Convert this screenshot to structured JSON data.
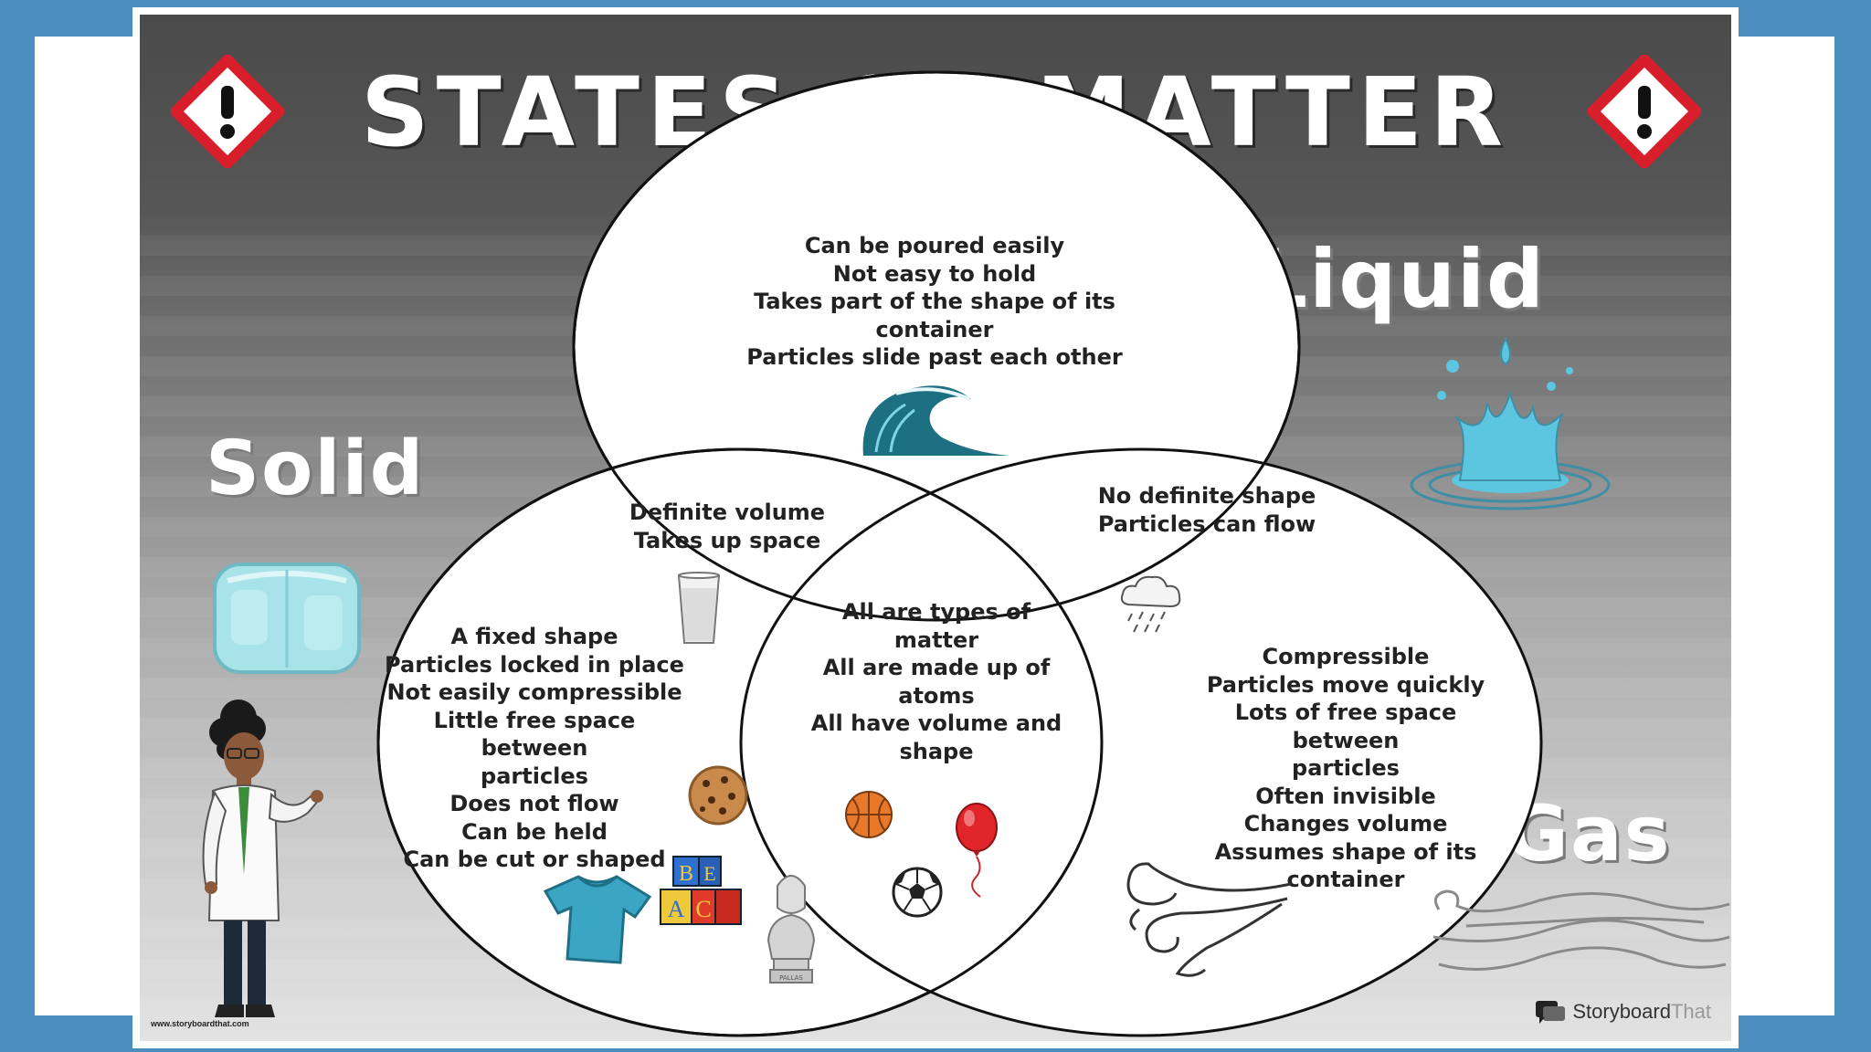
{
  "title": "STATES OF MATTER",
  "labels": {
    "solid": "Solid",
    "liquid": "Liquid",
    "gas": "Gas"
  },
  "regions": {
    "liquid_only": [
      "Can be poured easily",
      "Not easy to hold",
      "Takes part of the shape of its",
      "container",
      "Particles slide past each other"
    ],
    "solid_liquid": [
      "Definite volume",
      "Takes up space"
    ],
    "liquid_gas": [
      "No definite shape",
      "Particles can flow"
    ],
    "all_three": [
      "All are types of matter",
      "All are made up of",
      "atoms",
      "All have volume and",
      "shape"
    ],
    "solid_only": [
      "A fixed shape",
      "Particles locked in place",
      "Not easily compressible",
      "Little free space between",
      "particles",
      "Does not flow",
      "Can be held",
      "Can be cut or shaped"
    ],
    "gas_only": [
      "Compressible",
      "Particles move quickly",
      "Lots of free space between",
      "particles",
      "Often invisible",
      "Changes volume",
      "Assumes shape of its",
      "container"
    ]
  },
  "blocks_letters": [
    "B",
    "E",
    "A",
    "C"
  ],
  "statue_label": "PALLAS",
  "footer": {
    "url": "www.storyboardthat.com",
    "brand_main": "Storyboard",
    "brand_accent": "That"
  },
  "icons": [
    "warning-diamond-icon",
    "ice-cube-icon",
    "water-splash-icon",
    "wind-gust-icon",
    "wave-icon",
    "water-glass-icon",
    "rain-cloud-icon",
    "cookie-icon",
    "t-shirt-icon",
    "alphabet-blocks-icon",
    "bust-statue-icon",
    "basketball-icon",
    "soccer-ball-icon",
    "balloon-icon",
    "wind-swirl-icon",
    "scientist-character",
    "storyboardthat-logo-icon"
  ],
  "colors": {
    "frame_blue": "#4a8fbf",
    "warning_red": "#d81e2a",
    "ice": "#a9e3ea",
    "water": "#5cc6e0",
    "balloon": "#e0262b",
    "shirt": "#3aa6c4"
  }
}
